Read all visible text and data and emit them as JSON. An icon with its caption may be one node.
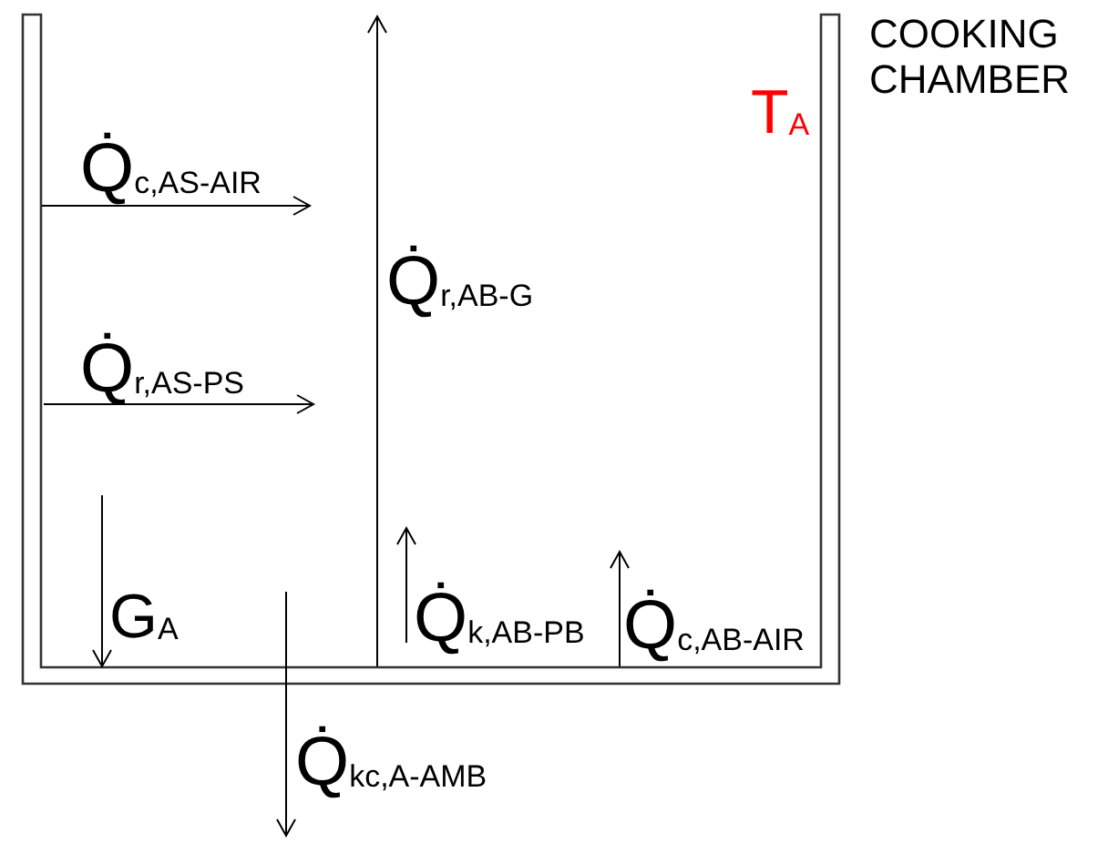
{
  "diagram": {
    "labels": [
      "COOKING CHAMBER",
      "T$_{A}$",
      "Q̇$_{c,AS-AIR}$",
      "Q̇$_{r,AB-G}$",
      "Q̇$_{r,AS-PS}$",
      "G$_{A}$",
      "Q̇$_{k,AB-PB}$",
      "Q̇$_{c,AB-AIR}$",
      "Q̇$_{kc,A-AMB}$"
    ]
  }
}
